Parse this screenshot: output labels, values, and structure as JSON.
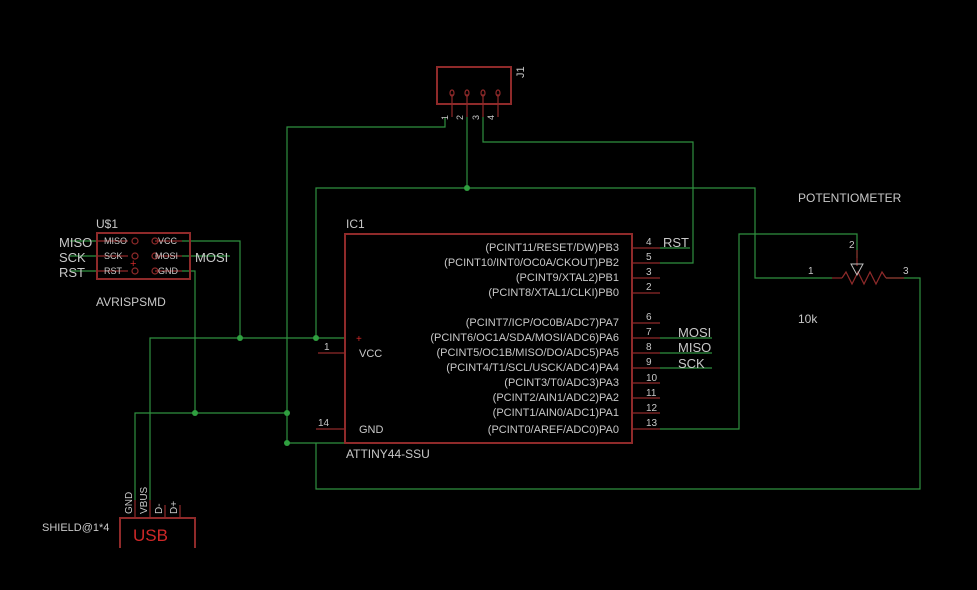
{
  "colors": {
    "background": "#000000",
    "wire": "#2f8f3f",
    "part_outline": "#8f2a2a",
    "label_text": "#c8c8c8",
    "usb_text": "#d02828"
  },
  "j1": {
    "name": "J1",
    "pins": [
      "1",
      "2",
      "3",
      "4"
    ]
  },
  "ic1": {
    "name": "IC1",
    "value": "ATTINY44-SSU",
    "left_pins": [
      {
        "num": "1",
        "label": "VCC"
      },
      {
        "num": "14",
        "label": "GND"
      }
    ],
    "right_pins": [
      {
        "num": "4",
        "label": "(PCINT11/RESET/DW)PB3",
        "net": "RST"
      },
      {
        "num": "5",
        "label": "(PCINT10/INT0/OC0A/CKOUT)PB2",
        "net": ""
      },
      {
        "num": "3",
        "label": "(PCINT9/XTAL2)PB1",
        "net": ""
      },
      {
        "num": "2",
        "label": "(PCINT8/XTAL1/CLKI)PB0",
        "net": ""
      },
      {
        "num": "6",
        "label": "(PCINT7/ICP/OC0B/ADC7)PA7",
        "net": ""
      },
      {
        "num": "7",
        "label": "(PCINT6/OC1A/SDA/MOSI/ADC6)PA6",
        "net": "MOSI"
      },
      {
        "num": "8",
        "label": "(PCINT5/OC1B/MISO/DO/ADC5)PA5",
        "net": "MISO"
      },
      {
        "num": "9",
        "label": "(PCINT4/T1/SCL/USCK/ADC4)PA4",
        "net": "SCK"
      },
      {
        "num": "10",
        "label": "(PCINT3/T0/ADC3)PA3",
        "net": ""
      },
      {
        "num": "11",
        "label": "(PCINT2/AIN1/ADC2)PA2",
        "net": ""
      },
      {
        "num": "12",
        "label": "(PCINT1/AIN0/ADC1)PA1",
        "net": ""
      },
      {
        "num": "13",
        "label": "(PCINT0/AREF/ADC0)PA0",
        "net": ""
      }
    ]
  },
  "isp": {
    "name": "U$1",
    "value": "AVRISPSMD",
    "left_pins": [
      "MISO",
      "SCK",
      "RST"
    ],
    "right_pins": [
      "VCC",
      "MOSI",
      "GND"
    ],
    "left_nets": [
      "MISO",
      "SCK",
      "RST"
    ],
    "right_net": "MOSI"
  },
  "pot": {
    "name": "POTENTIOMETER",
    "value": "10k",
    "pins": [
      "1",
      "2",
      "3"
    ]
  },
  "usb": {
    "name": "USB",
    "pins": [
      "GND",
      "VBUS",
      "D-",
      "D+"
    ],
    "shield": "SHIELD@1*4"
  }
}
